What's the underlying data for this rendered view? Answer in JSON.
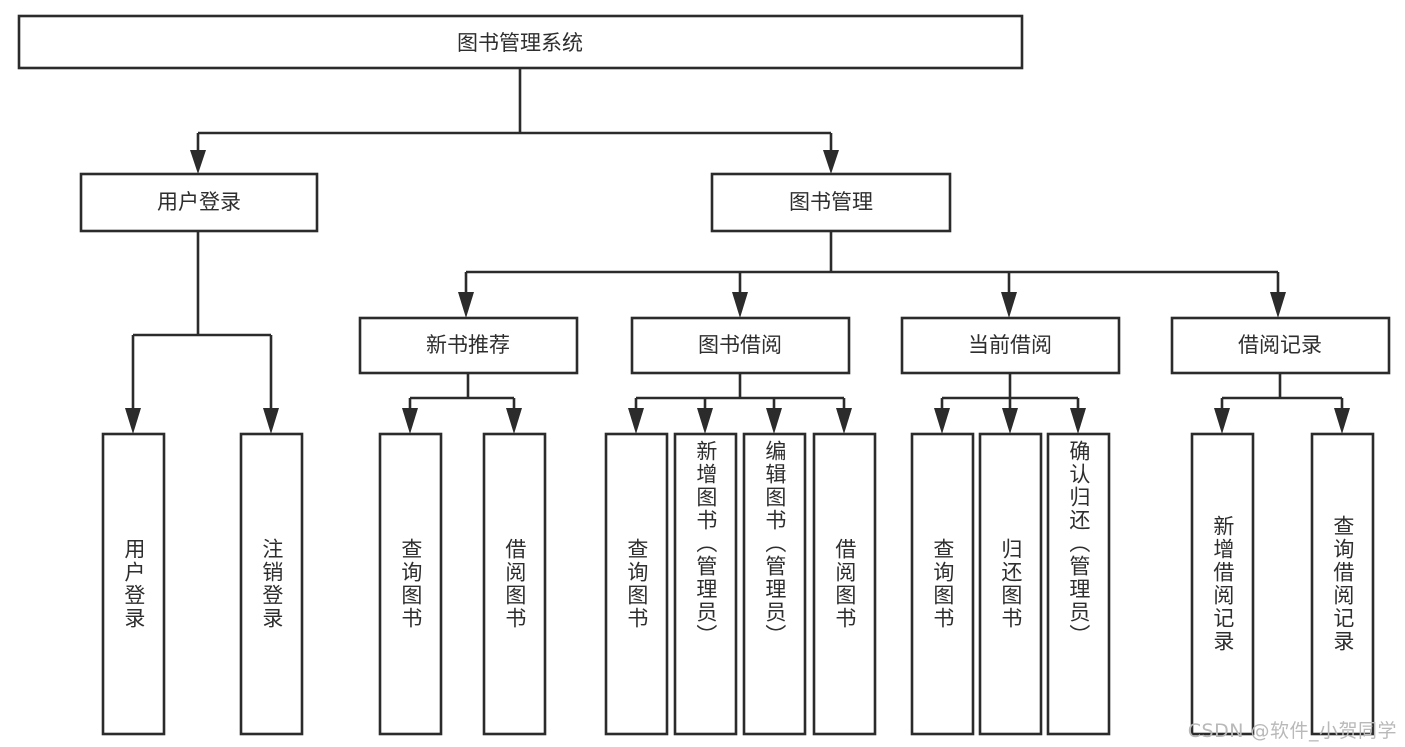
{
  "diagram": {
    "type": "tree-hierarchy-chart",
    "title": "图书管理系统",
    "background_color": "#ffffff",
    "stroke_color": "#2b2b2b",
    "text_color": "#2e2e2e",
    "root": {
      "label": "图书管理系统"
    },
    "level2": [
      {
        "label": "用户登录"
      },
      {
        "label": "图书管理"
      }
    ],
    "level3": [
      {
        "label": "新书推荐"
      },
      {
        "label": "图书借阅"
      },
      {
        "label": "当前借阅"
      },
      {
        "label": "借阅记录"
      }
    ],
    "leaves": {
      "user_login": [
        {
          "label": "用户登录"
        },
        {
          "label": "注销登录"
        }
      ],
      "new_book_recommend": [
        {
          "label": "查询图书"
        },
        {
          "label": "借阅图书"
        }
      ],
      "book_borrow": [
        {
          "label": "查询图书"
        },
        {
          "label": "新增图书（管理员）"
        },
        {
          "label": "编辑图书（管理员）"
        },
        {
          "label": "借阅图书"
        }
      ],
      "current_borrow": [
        {
          "label": "查询图书"
        },
        {
          "label": "归还图书"
        },
        {
          "label": "确认归还（管理员）"
        }
      ],
      "borrow_record": [
        {
          "label": "新增借阅记录"
        },
        {
          "label": "查询借阅记录"
        }
      ]
    },
    "watermark": "CSDN @软件_小贺同学"
  }
}
